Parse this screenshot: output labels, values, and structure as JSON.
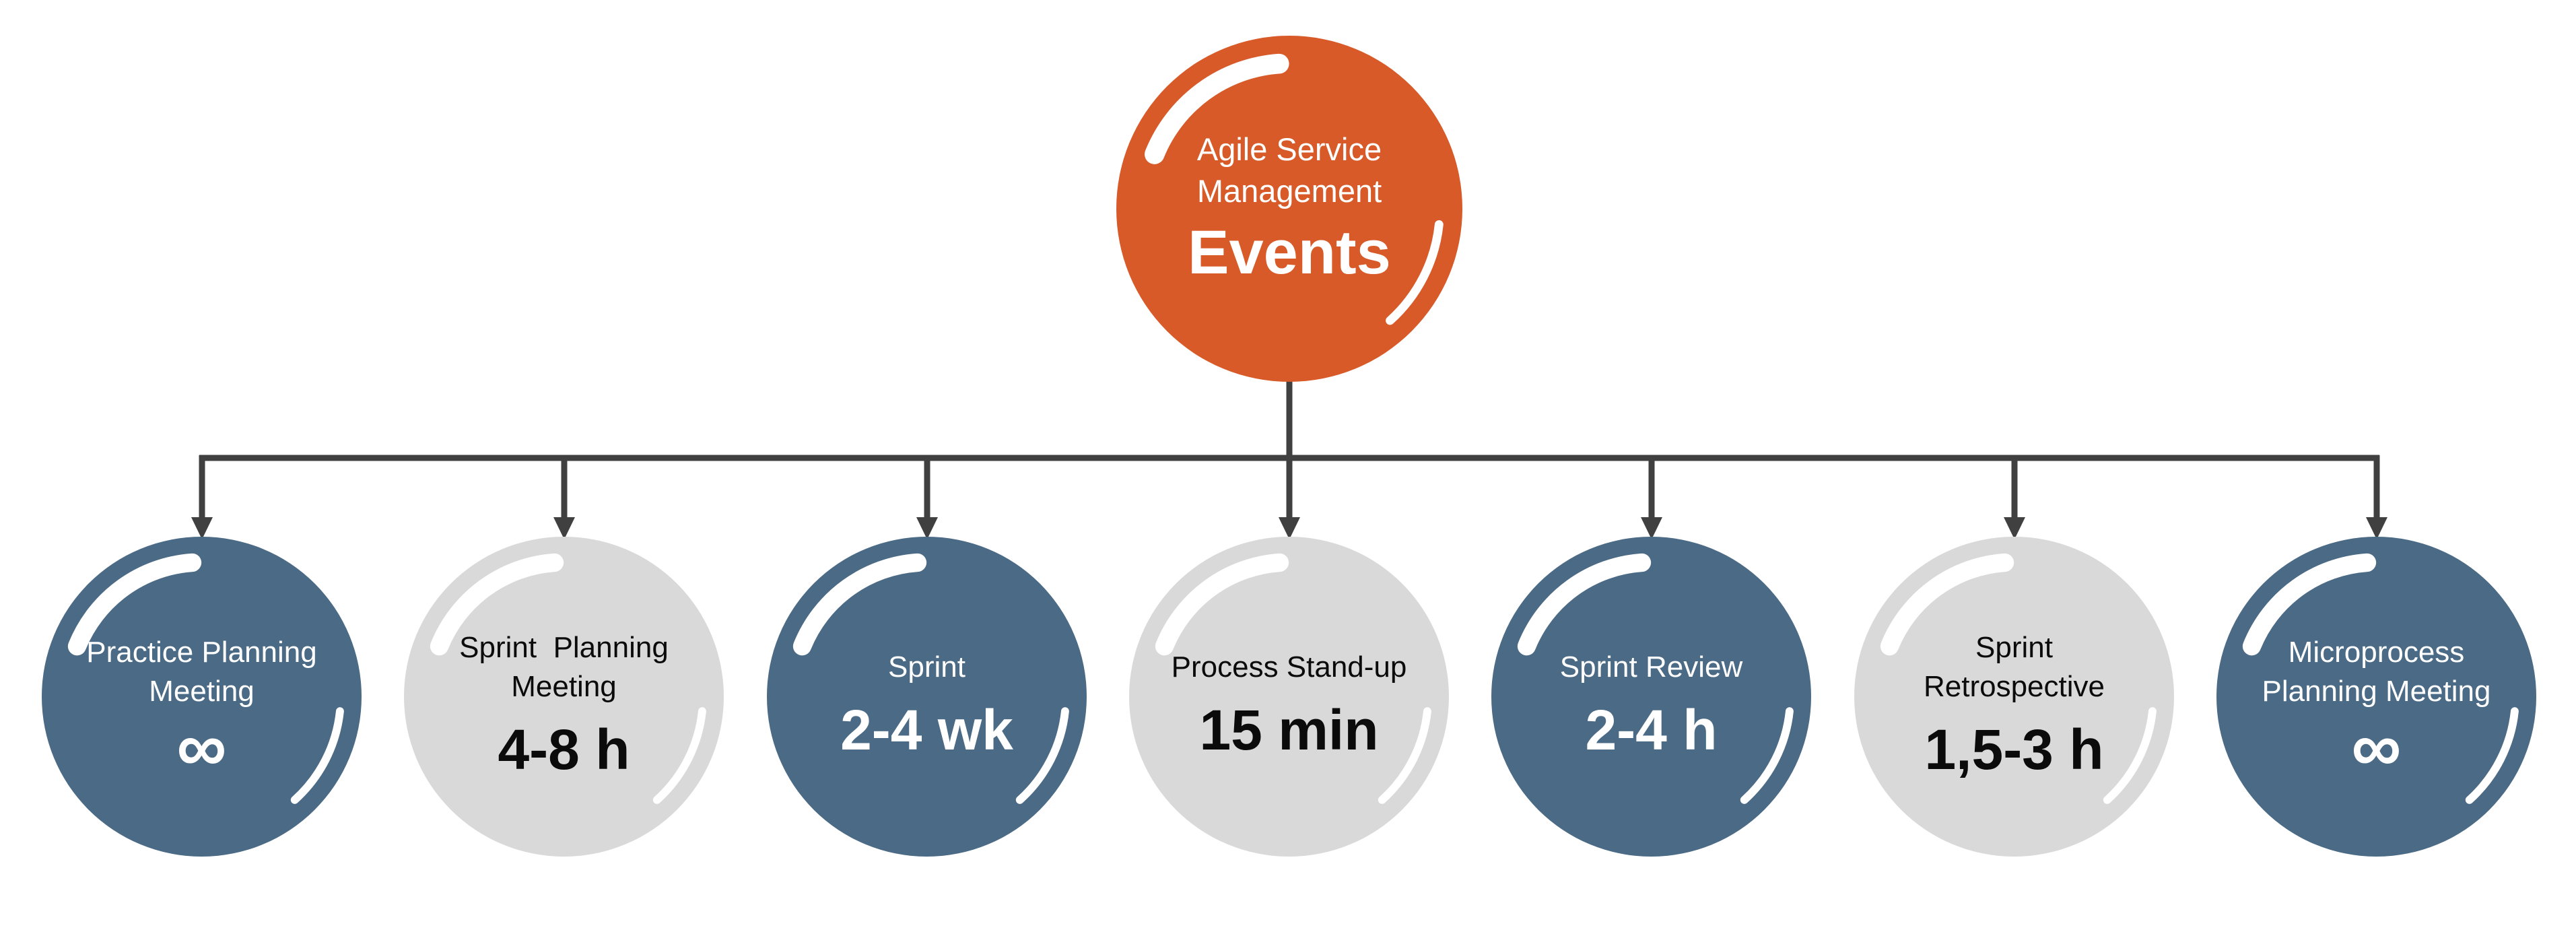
{
  "diagram": {
    "root": {
      "label": "Agile Service\nManagement",
      "emphasis": "Events"
    },
    "events": [
      {
        "name": "Practice Planning\nMeeting",
        "duration": "∞",
        "variant": "dark"
      },
      {
        "name": "Sprint  Planning\nMeeting",
        "duration": "4-8 h",
        "variant": "light"
      },
      {
        "name": "Sprint",
        "duration": "2-4 wk",
        "variant": "dark"
      },
      {
        "name": "Process Stand-up",
        "duration": "15 min",
        "variant": "light"
      },
      {
        "name": "Sprint Review",
        "duration": "2-4 h",
        "variant": "dark"
      },
      {
        "name": "Sprint\nRetrospective",
        "duration": "1,5-3 h",
        "variant": "light"
      },
      {
        "name": "Microprocess\nPlanning Meeting",
        "duration": "∞",
        "variant": "dark"
      }
    ],
    "colors": {
      "root_fill": "#D75A28",
      "event_fill_dark": "#4A6A85",
      "event_fill_light": "#D9D9D9",
      "connector": "#404040",
      "text_on_dark": "#FFFFFF",
      "text_on_light": "#0B0B0B",
      "background": "#FFFFFF",
      "gloss_highlight": "#FFFFFF"
    }
  }
}
